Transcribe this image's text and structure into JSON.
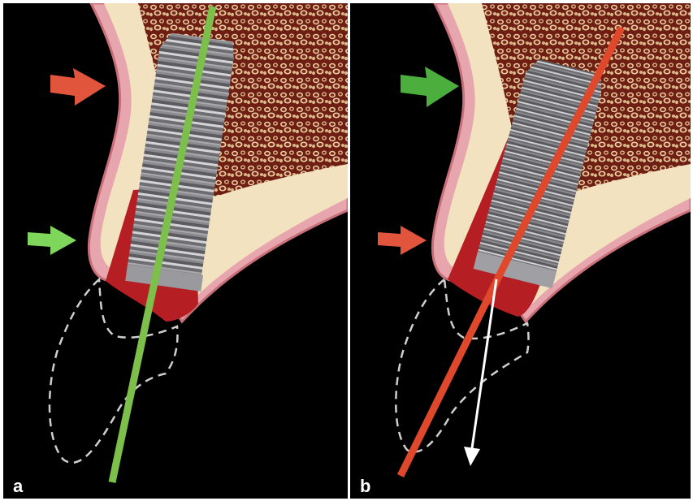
{
  "figure": {
    "panels": [
      {
        "id": "a",
        "label": "a",
        "axis_line_color": "#7cbf4a",
        "arrows": [
          {
            "position": "upper",
            "color": "#e2553d"
          },
          {
            "position": "lower",
            "color": "#7ed65a"
          }
        ],
        "has_emergence_arrow": false
      },
      {
        "id": "b",
        "label": "b",
        "axis_line_color": "#e0482c",
        "arrows": [
          {
            "position": "upper",
            "color": "#4cae3c"
          },
          {
            "position": "lower",
            "color": "#e2553d"
          }
        ],
        "has_emergence_arrow": true,
        "emergence_arrow_color": "#ffffff"
      }
    ],
    "colors": {
      "background": "#000000",
      "bone": "#f3e2c0",
      "trabecular_fill": "#6e1e12",
      "gingiva": "#e7a6ad",
      "gingiva_edge": "#c86f7a",
      "blood_clot": "#b51e22",
      "implant": "#8a8a8e",
      "crown_outline": "#cfcfcf"
    }
  }
}
